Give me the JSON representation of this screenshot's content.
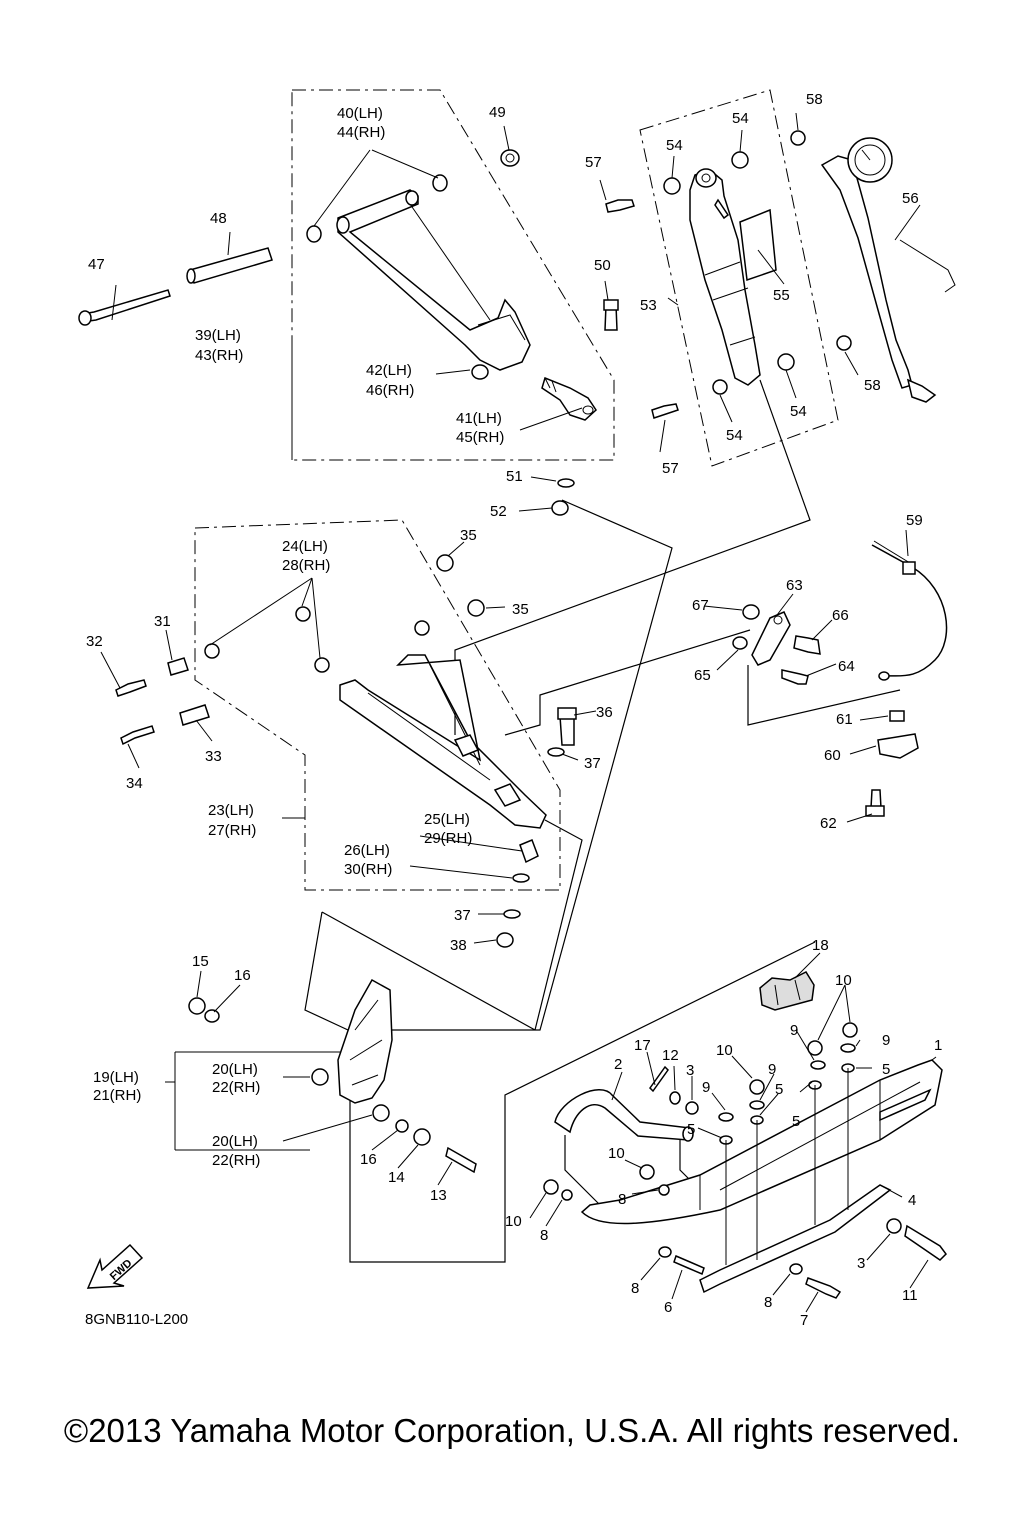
{
  "diagram_code": "8GNB110-L200",
  "copyright": "©2013 Yamaha Motor Corporation, U.S.A. All rights reserved.",
  "fwd_label": "FWD",
  "callouts": [
    {
      "id": "1",
      "label": "1"
    },
    {
      "id": "2",
      "label": "2"
    },
    {
      "id": "3a",
      "label": "3"
    },
    {
      "id": "3b",
      "label": "3"
    },
    {
      "id": "4",
      "label": "4"
    },
    {
      "id": "5a",
      "label": "5"
    },
    {
      "id": "5b",
      "label": "5"
    },
    {
      "id": "5c",
      "label": "5"
    },
    {
      "id": "5d",
      "label": "5"
    },
    {
      "id": "6",
      "label": "6"
    },
    {
      "id": "7",
      "label": "7"
    },
    {
      "id": "8a",
      "label": "8"
    },
    {
      "id": "8b",
      "label": "8"
    },
    {
      "id": "8c",
      "label": "8"
    },
    {
      "id": "8d",
      "label": "8"
    },
    {
      "id": "9a",
      "label": "9"
    },
    {
      "id": "9b",
      "label": "9"
    },
    {
      "id": "9c",
      "label": "9"
    },
    {
      "id": "9d",
      "label": "9"
    },
    {
      "id": "10a",
      "label": "10"
    },
    {
      "id": "10b",
      "label": "10"
    },
    {
      "id": "10c",
      "label": "10"
    },
    {
      "id": "10d",
      "label": "10"
    },
    {
      "id": "11",
      "label": "11"
    },
    {
      "id": "12",
      "label": "12"
    },
    {
      "id": "13",
      "label": "13"
    },
    {
      "id": "14",
      "label": "14"
    },
    {
      "id": "15",
      "label": "15"
    },
    {
      "id": "16a",
      "label": "16"
    },
    {
      "id": "16b",
      "label": "16"
    },
    {
      "id": "17",
      "label": "17"
    },
    {
      "id": "18",
      "label": "18"
    },
    {
      "id": "19",
      "label": "19(LH)"
    },
    {
      "id": "21",
      "label": "21(RH)"
    },
    {
      "id": "20a",
      "label": "20(LH)"
    },
    {
      "id": "22a",
      "label": "22(RH)"
    },
    {
      "id": "20b",
      "label": "20(LH)"
    },
    {
      "id": "22b",
      "label": "22(RH)"
    },
    {
      "id": "23",
      "label": "23(LH)"
    },
    {
      "id": "27",
      "label": "27(RH)"
    },
    {
      "id": "24",
      "label": "24(LH)"
    },
    {
      "id": "28",
      "label": "28(RH)"
    },
    {
      "id": "25",
      "label": "25(LH)"
    },
    {
      "id": "29",
      "label": "29(RH)"
    },
    {
      "id": "26",
      "label": "26(LH)"
    },
    {
      "id": "30",
      "label": "30(RH)"
    },
    {
      "id": "31",
      "label": "31"
    },
    {
      "id": "32",
      "label": "32"
    },
    {
      "id": "33",
      "label": "33"
    },
    {
      "id": "34",
      "label": "34"
    },
    {
      "id": "35a",
      "label": "35"
    },
    {
      "id": "35b",
      "label": "35"
    },
    {
      "id": "36",
      "label": "36"
    },
    {
      "id": "37a",
      "label": "37"
    },
    {
      "id": "37b",
      "label": "37"
    },
    {
      "id": "38",
      "label": "38"
    },
    {
      "id": "39",
      "label": "39(LH)"
    },
    {
      "id": "43",
      "label": "43(RH)"
    },
    {
      "id": "40",
      "label": "40(LH)"
    },
    {
      "id": "44",
      "label": "44(RH)"
    },
    {
      "id": "41",
      "label": "41(LH)"
    },
    {
      "id": "45",
      "label": "45(RH)"
    },
    {
      "id": "42",
      "label": "42(LH)"
    },
    {
      "id": "46",
      "label": "46(RH)"
    },
    {
      "id": "47",
      "label": "47"
    },
    {
      "id": "48",
      "label": "48"
    },
    {
      "id": "49",
      "label": "49"
    },
    {
      "id": "50",
      "label": "50"
    },
    {
      "id": "51",
      "label": "51"
    },
    {
      "id": "52",
      "label": "52"
    },
    {
      "id": "53",
      "label": "53"
    },
    {
      "id": "54a",
      "label": "54"
    },
    {
      "id": "54b",
      "label": "54"
    },
    {
      "id": "54c",
      "label": "54"
    },
    {
      "id": "54d",
      "label": "54"
    },
    {
      "id": "55",
      "label": "55"
    },
    {
      "id": "56",
      "label": "56"
    },
    {
      "id": "57a",
      "label": "57"
    },
    {
      "id": "57b",
      "label": "57"
    },
    {
      "id": "58a",
      "label": "58"
    },
    {
      "id": "58b",
      "label": "58"
    },
    {
      "id": "59",
      "label": "59"
    },
    {
      "id": "60",
      "label": "60"
    },
    {
      "id": "61",
      "label": "61"
    },
    {
      "id": "62",
      "label": "62"
    },
    {
      "id": "63",
      "label": "63"
    },
    {
      "id": "64",
      "label": "64"
    },
    {
      "id": "65",
      "label": "65"
    },
    {
      "id": "66",
      "label": "66"
    },
    {
      "id": "67",
      "label": "67"
    }
  ]
}
